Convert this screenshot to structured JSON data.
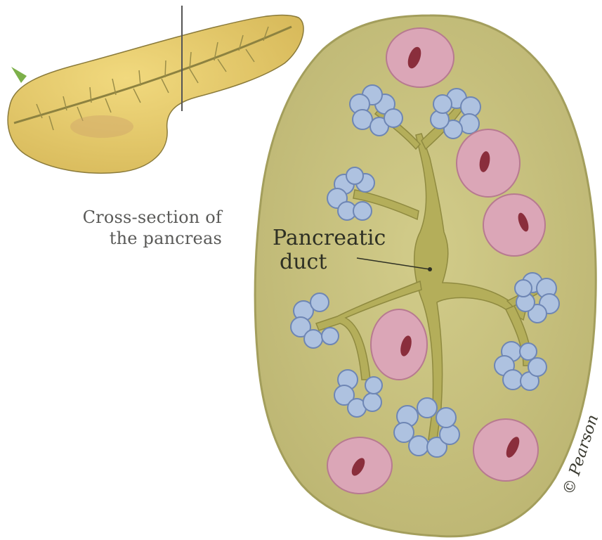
{
  "caption": {
    "line1": "Cross-section of",
    "line2": "the pancreas"
  },
  "duct_label": {
    "line1": "Pancreatic",
    "line2": "duct"
  },
  "signature": "© Pearson",
  "colors": {
    "tissue": "#c8c27e",
    "tissue_edge": "#9e9a58",
    "duct": "#b7b25e",
    "acini": "#a9bede",
    "islets": "#d9a4b4",
    "organ": "#e9cf6e"
  }
}
